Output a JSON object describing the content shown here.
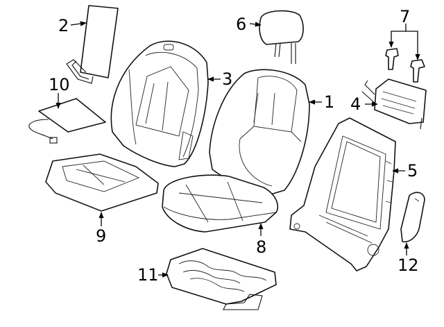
{
  "callouts": [
    {
      "id": "1",
      "text": "1"
    },
    {
      "id": "2",
      "text": "2"
    },
    {
      "id": "3",
      "text": "3"
    },
    {
      "id": "4",
      "text": "4"
    },
    {
      "id": "5",
      "text": "5"
    },
    {
      "id": "6",
      "text": "6"
    },
    {
      "id": "7",
      "text": "7"
    },
    {
      "id": "8",
      "text": "8"
    },
    {
      "id": "9",
      "text": "9"
    },
    {
      "id": "10",
      "text": "10"
    },
    {
      "id": "11",
      "text": "11"
    },
    {
      "id": "12",
      "text": "12"
    }
  ],
  "colors": {
    "line": "#111111",
    "background": "#ffffff"
  }
}
